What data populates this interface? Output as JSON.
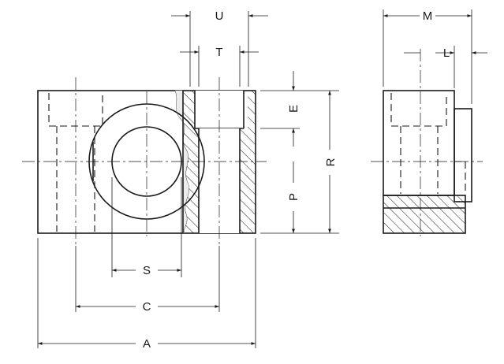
{
  "dimension_labels": {
    "U": "U",
    "T": "T",
    "M": "M",
    "L": "L",
    "E": "E",
    "R": "R",
    "P": "P",
    "S": "S",
    "C": "C",
    "A": "A"
  }
}
